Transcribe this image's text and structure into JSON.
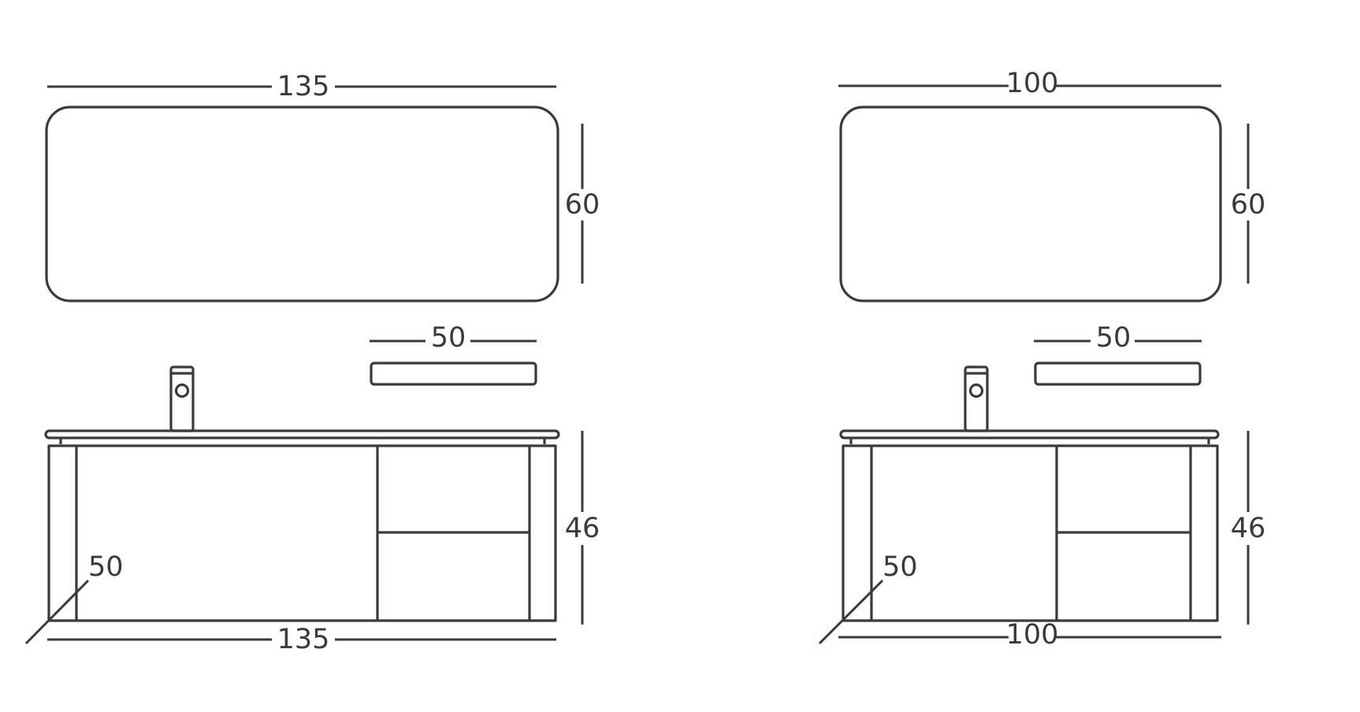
{
  "diagram": {
    "line_color": "#3a3a3a",
    "background_color": "#ffffff",
    "left_set": {
      "mirror": {
        "width_label": "135",
        "height_label": "60"
      },
      "shelf": {
        "width_label": "50"
      },
      "cabinet": {
        "height_label": "46",
        "depth_label": "50",
        "width_label": "135"
      }
    },
    "right_set": {
      "mirror": {
        "width_label": "100",
        "height_label": "60"
      },
      "shelf": {
        "width_label": "50"
      },
      "cabinet": {
        "height_label": "46",
        "depth_label": "50",
        "width_label": "100"
      }
    }
  }
}
